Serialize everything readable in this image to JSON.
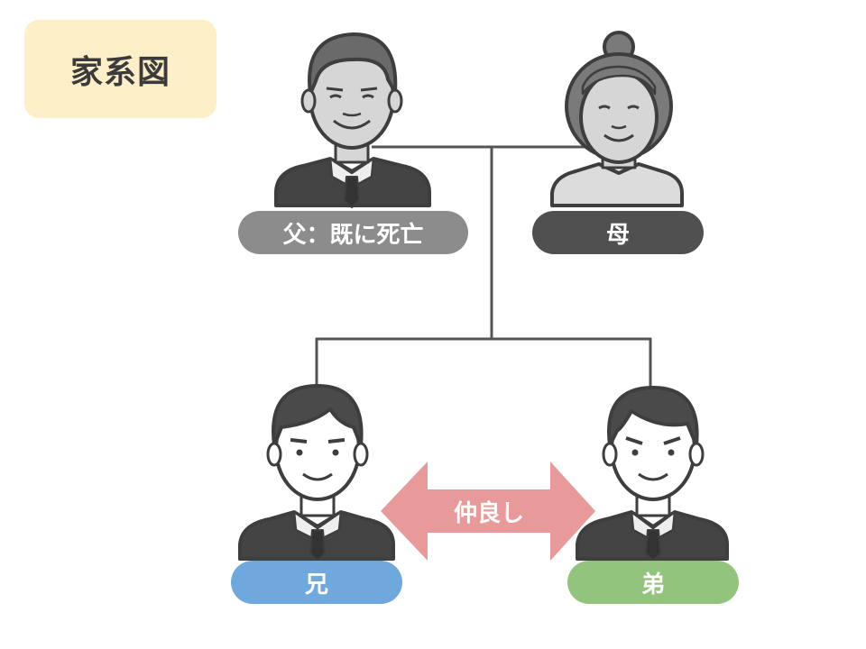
{
  "title": "家系図",
  "colors": {
    "title_bg": "#fdf0c8",
    "father_label": "#8c8c8c",
    "mother_label": "#505050",
    "elder_brother_label": "#6fa8dc",
    "younger_brother_label": "#93c47d",
    "relationship_arrow": "#e89a9a",
    "connector_line": "#555555"
  },
  "people": {
    "father": {
      "label": "父：既に死亡"
    },
    "mother": {
      "label": "母"
    },
    "elder_brother": {
      "label": "兄"
    },
    "younger_brother": {
      "label": "弟"
    }
  },
  "relationship": {
    "label": "仲良し",
    "icon": "double-arrow-icon"
  }
}
